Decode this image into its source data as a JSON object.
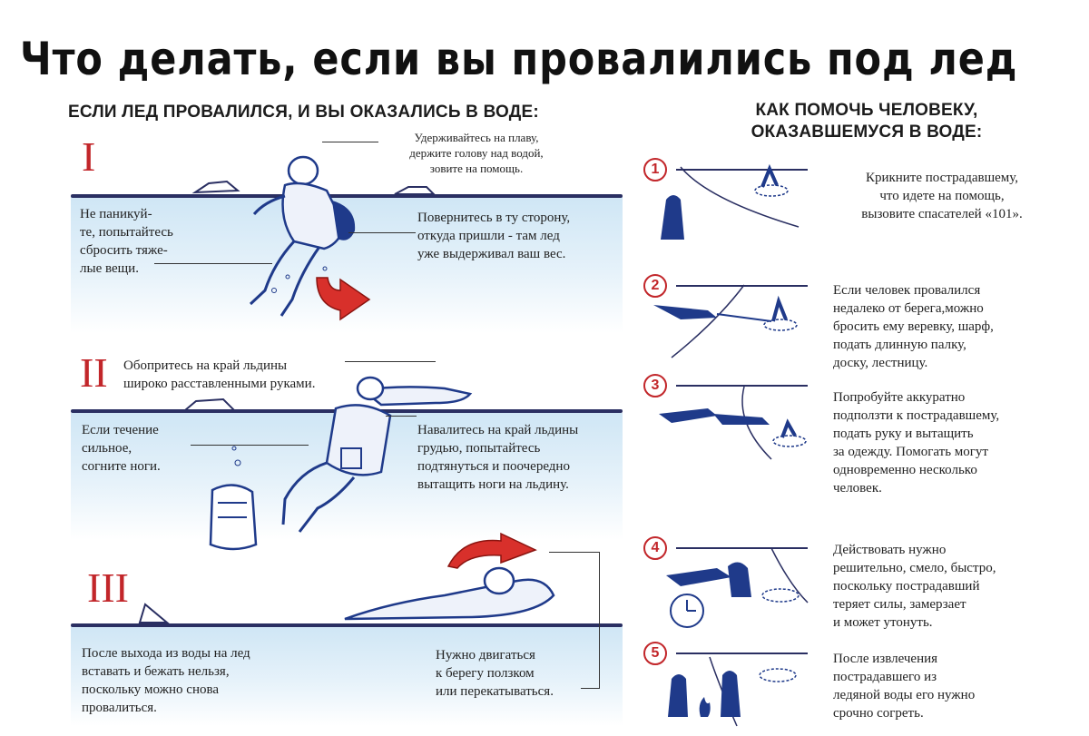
{
  "title": "Что делать, если вы провалились под лед",
  "left_section": {
    "heading": "ЕСЛИ ЛЕД ПРОВАЛИЛСЯ, И ВЫ ОКАЗАЛИСЬ В ВОДЕ:",
    "panels": [
      {
        "numeral": "I",
        "top_text": "Удерживайтесь на плаву,\nдержите голову над водой,\nзовите на помощь.",
        "left_text": "Не паникуй-\nте, попытайтесь\nсбросить тяже-\nлые вещи.",
        "right_text": "Повернитесь в ту сторону,\nоткуда пришли - там лед\nуже выдерживал ваш вес."
      },
      {
        "numeral": "II",
        "top_text": "Обопритесь на край льдины\nшироко расставленными руками.",
        "left_text": "Если течение\nсильное,\nсогните ноги.",
        "right_text": "Навалитесь на край льдины\nгрудью, попытайтесь\nподтянуться и поочередно\nвытащить ноги на льдину."
      },
      {
        "numeral": "III",
        "left_text": "После выхода из воды на лед\nвставать и бежать нельзя,\nпоскольку можно снова\nпровалиться.",
        "right_text": "Нужно двигаться\nк берегу ползком\nили перекатываться."
      }
    ]
  },
  "right_section": {
    "heading": "КАК ПОМОЧЬ ЧЕЛОВЕКУ,\nОКАЗАВШЕМУСЯ В ВОДЕ:",
    "steps": [
      {
        "num": "1",
        "text": "Крикните пострадавшему,\nчто идете на помощь,\nвызовите спасателей «101»."
      },
      {
        "num": "2",
        "text": "Если человек провалился\nнедалеко от берега,можно\nбросить ему веревку, шарф,\nподать длинную палку,\nдоску, лестницу."
      },
      {
        "num": "3",
        "text": "Попробуйте аккуратно\nподползти к пострадавшему,\nподать руку и вытащить\nза одежду. Помогать могут\nодновременно несколько\nчеловек."
      },
      {
        "num": "4",
        "text": "Действовать нужно\nрешительно, смело, быстро,\nпоскольку пострадавший\nтеряет силы, замерзает\nи может утонуть."
      },
      {
        "num": "5",
        "text": "После извлечения\nпострадавшего из\nледяной воды его нужно\nсрочно согреть."
      }
    ]
  },
  "colors": {
    "accent_red": "#c2262a",
    "figure_blue": "#1f3a8a",
    "ice_line": "#2a2f62",
    "water": "#cfe6f5"
  }
}
